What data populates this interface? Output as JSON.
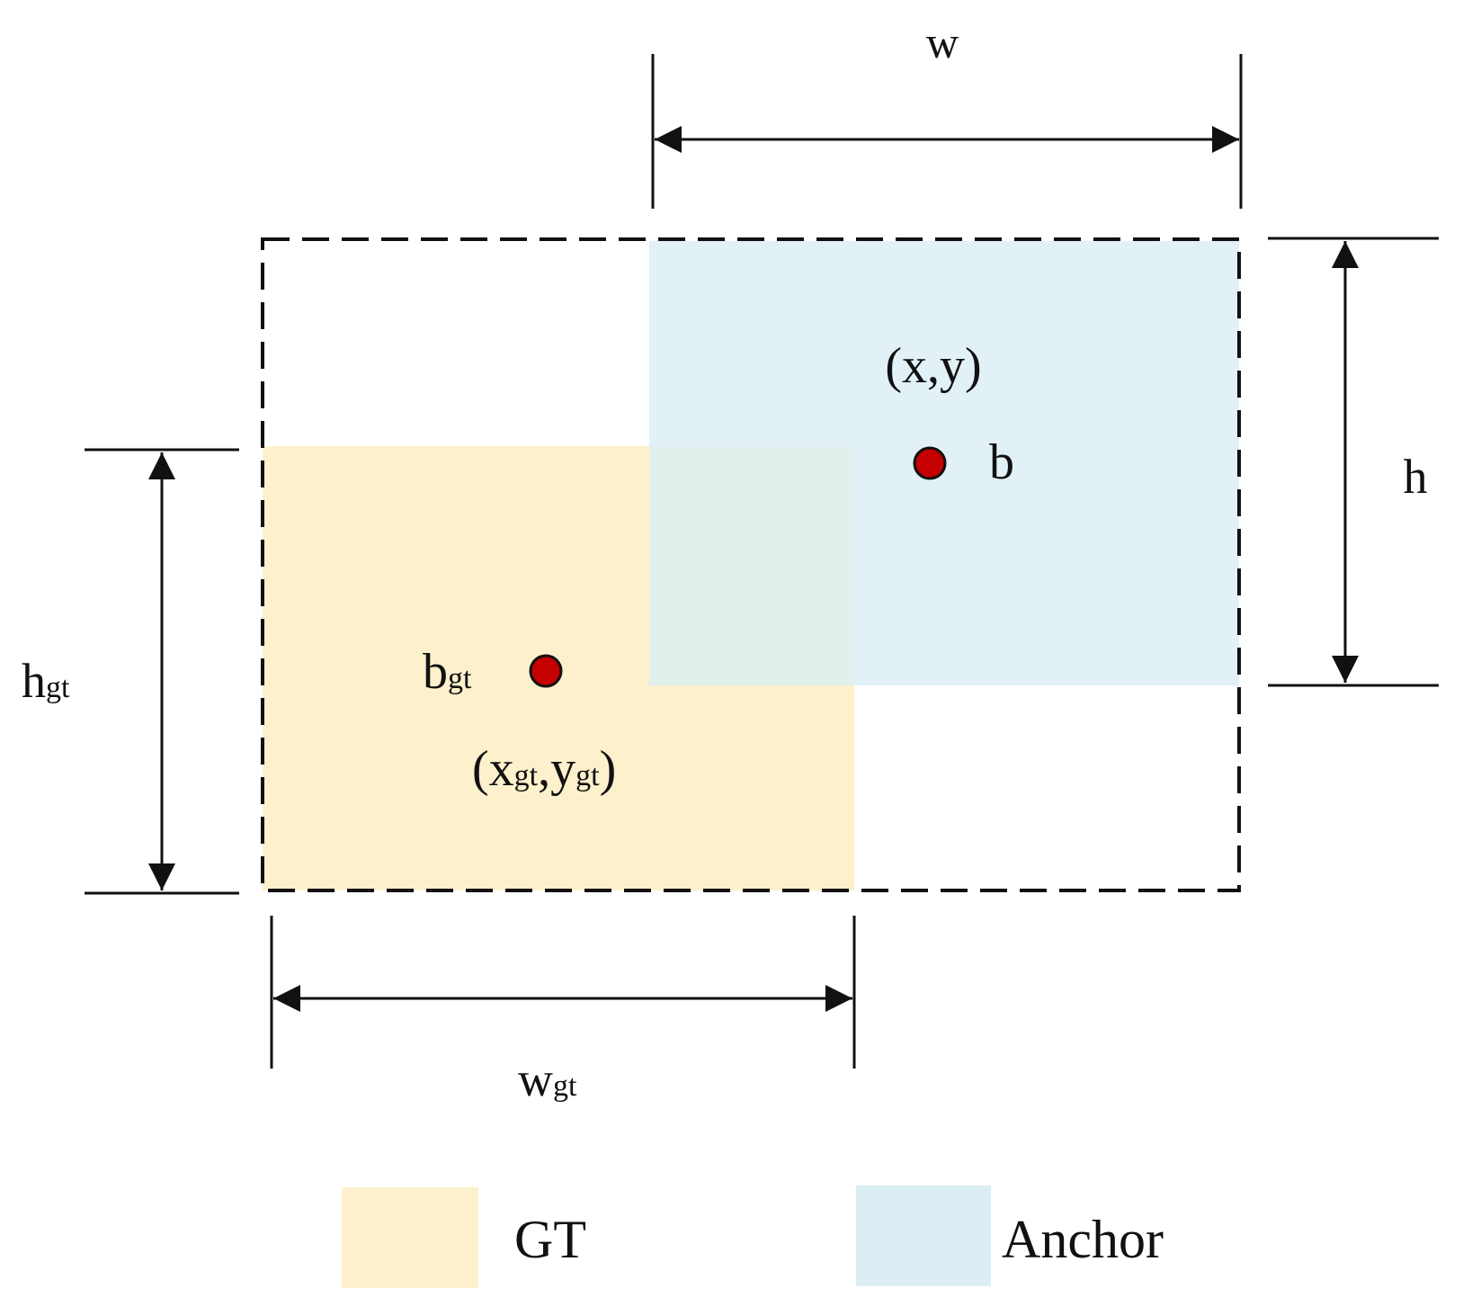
{
  "labels": {
    "anchor_width": {
      "main": "w",
      "sub": ""
    },
    "anchor_height": {
      "main": "h",
      "sub": ""
    },
    "gt_width": {
      "main": "w",
      "sub": "gt"
    },
    "gt_height": {
      "main": "h",
      "sub": "gt"
    },
    "anchor_center_point": {
      "main": "b",
      "sub": ""
    },
    "gt_center_point": {
      "main": "b",
      "sub": "gt"
    },
    "anchor_center_coords": {
      "open": "(",
      "x": "x",
      "x_sub": "",
      "comma": ",",
      "y": "y",
      "y_sub": "",
      "close": ")"
    },
    "gt_center_coords": {
      "open": "(",
      "x": "x",
      "x_sub": "gt",
      "comma": ",",
      "y": "y",
      "y_sub": "gt",
      "close": ")"
    }
  },
  "legend": {
    "items": [
      {
        "label": "GT",
        "color": "#fdf0cc"
      },
      {
        "label": "Anchor",
        "color": "#dbeef4"
      }
    ]
  },
  "colors": {
    "gt_box": "#fdf0cc",
    "anchor_box": "#dbeef4",
    "center_point": "#c40000",
    "line": "#111111"
  }
}
